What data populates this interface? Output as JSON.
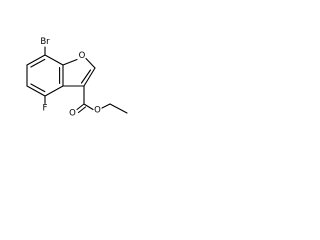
{
  "structure": {
    "atoms": {
      "bromine": "Br",
      "fluorine": "F",
      "ring_oxygen": "O",
      "carbonyl_oxygen": "O",
      "ester_oxygen": "O"
    }
  }
}
